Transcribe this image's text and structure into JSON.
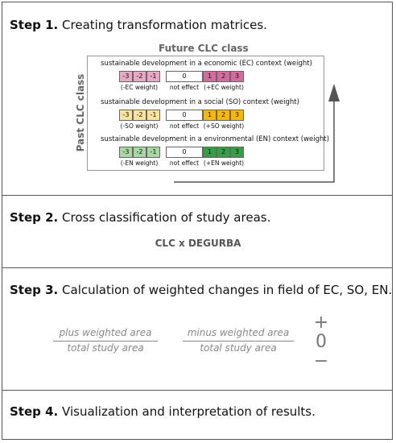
{
  "steps": [
    {
      "num": "Step 1.",
      "text": "Creating transformation matrices."
    },
    {
      "num": "Step 2.",
      "text": "Cross classification of study areas."
    },
    {
      "num": "Step 3.",
      "text": "Calculation of weighted changes in field of EC, SO, EN."
    },
    {
      "num": "Step 4.",
      "text": "Visualization and interpretation of results."
    }
  ],
  "matrix": {
    "future_label": "Future CLC class",
    "past_label": "Past CLC class",
    "contexts": [
      {
        "title": "sustainable development in a economic (EC) context (weight)",
        "neg_color": "#e8a9c6",
        "pos_color": "#d56a9e",
        "cells": [
          "-3",
          "-2",
          "-1",
          "0",
          "1",
          "2",
          "3"
        ],
        "neg_label": "(-EC weight)",
        "zero_label": "not effect",
        "pos_label": "(+EC weight)"
      },
      {
        "title": "sustainable development in a social (SO) context (weight)",
        "neg_color": "#fbe29d",
        "pos_color": "#f7b800",
        "cells": [
          "-3",
          "-2",
          "-1",
          "0",
          "1",
          "2",
          "3"
        ],
        "neg_label": "(-SO weight)",
        "zero_label": "not effect",
        "pos_label": "(+SO weight)"
      },
      {
        "title": "sustainable development in a environmental (EN) context (weight)",
        "neg_color": "#a9d7a3",
        "pos_color": "#33a045",
        "cells": [
          "-3",
          "-2",
          "-1",
          "0",
          "1",
          "2",
          "3"
        ],
        "neg_label": "(-EN weight)",
        "zero_label": "not effect",
        "pos_label": "(+EN weight)"
      }
    ]
  },
  "cross": {
    "label": "CLC x DEGURBA"
  },
  "formulas": [
    {
      "num": "plus weighted area",
      "den": "total study area"
    },
    {
      "num": "minus weighted area",
      "den": "total study area"
    }
  ],
  "symbols": {
    "plus": "+",
    "zero": "0",
    "minus": "−"
  }
}
